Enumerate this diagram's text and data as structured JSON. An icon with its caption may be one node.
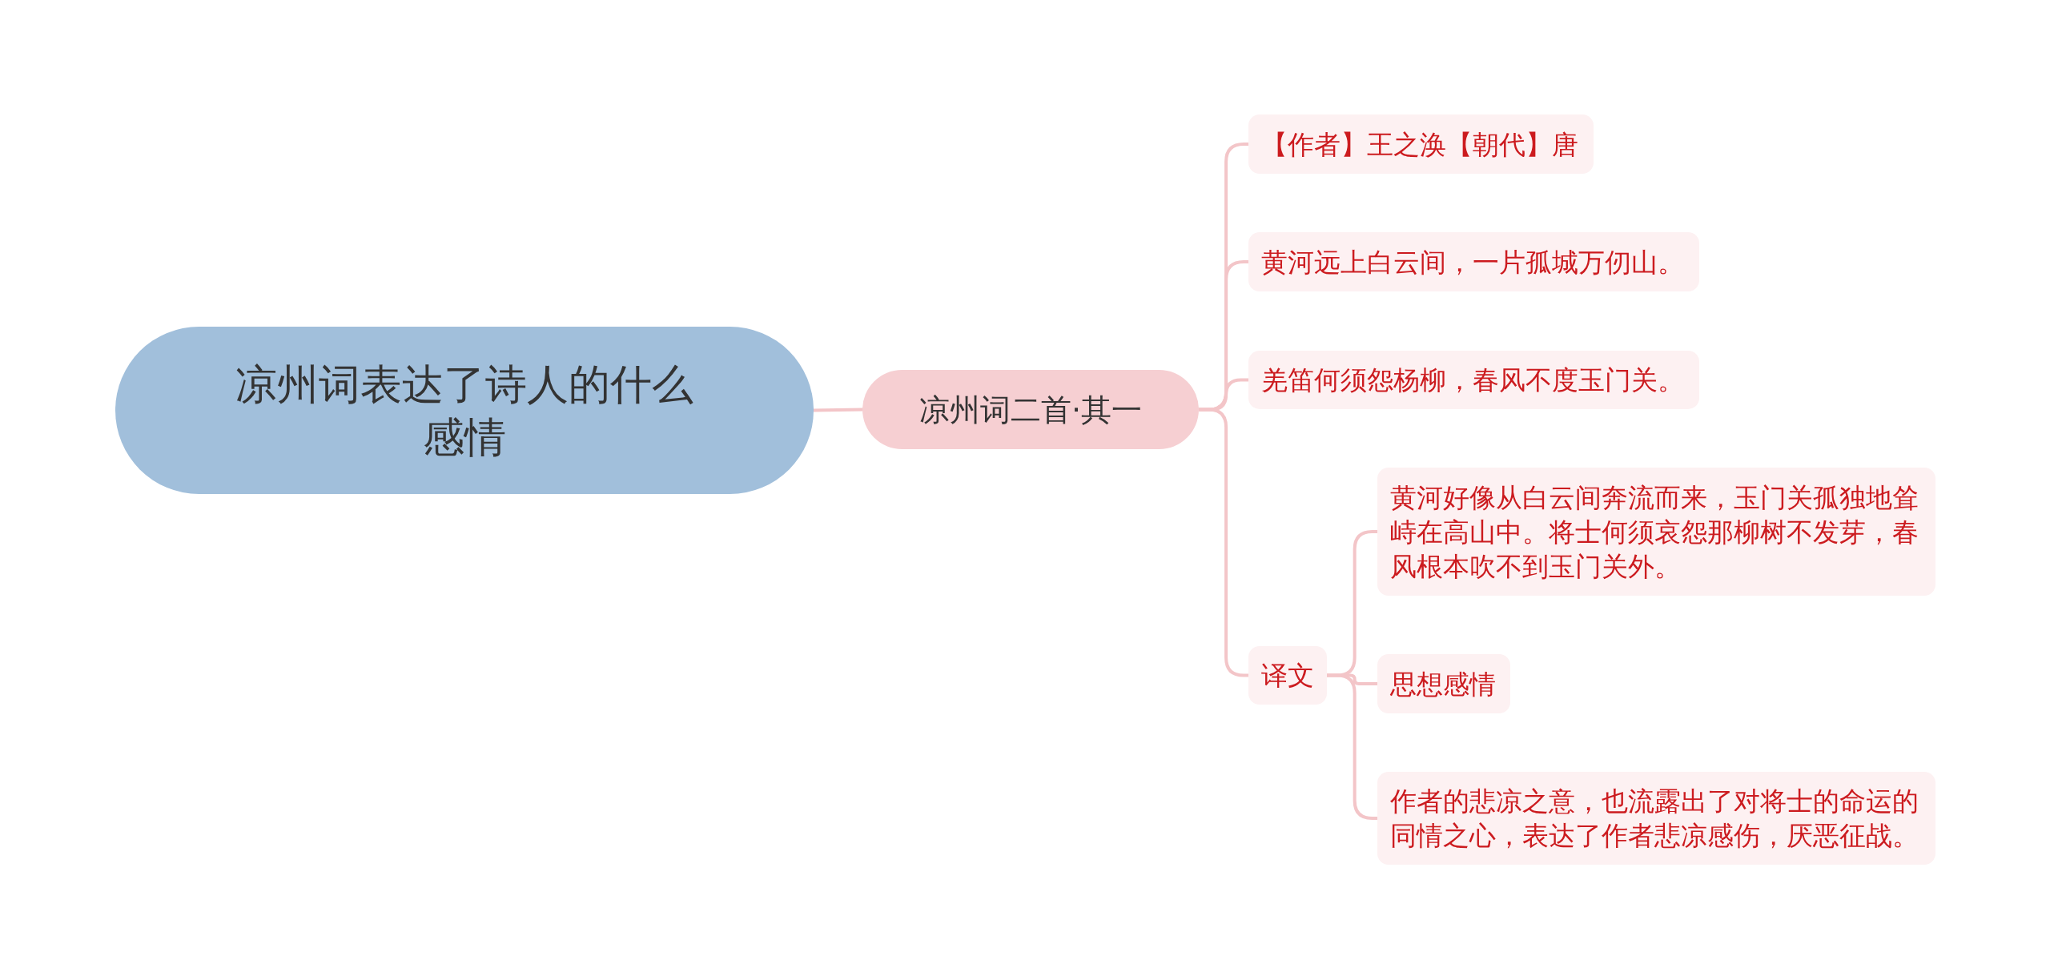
{
  "diagram": {
    "nodes": [
      {
        "text": [
          "凉州词表达了诗人的什么感情"
        ]
      },
      {
        "text": [
          "凉州词二首·其一"
        ]
      },
      {
        "text": [
          "【作者】王之涣【朝代】唐"
        ]
      },
      {
        "text": [
          "黄河远上白云间，一片孤城万仞山。"
        ]
      },
      {
        "text": [
          "羌笛何须怨杨柳，春风不度玉门关。"
        ]
      },
      {
        "text": [
          "译文"
        ]
      },
      {
        "text": [
          "黄河好像从白云间奔流而来，玉门关孤独地耸峙在高山中。将士何须哀怨那柳树不发芽，春风根本吹不到玉门关外。"
        ]
      },
      {
        "text": [
          "思想感情"
        ]
      },
      {
        "text": [
          "作者的悲凉之意，也流露出了对将士的命运的同情之心，表达了作者悲凉感伤，厌恶征战。"
        ]
      }
    ],
    "edges": [
      {
        "from": 0,
        "to": 1,
        "arrow": "none"
      },
      {
        "from": 1,
        "to": 2,
        "arrow": "none"
      },
      {
        "from": 1,
        "to": 3,
        "arrow": "none"
      },
      {
        "from": 1,
        "to": 4,
        "arrow": "none"
      },
      {
        "from": 1,
        "to": 5,
        "arrow": "none"
      },
      {
        "from": 5,
        "to": 6,
        "arrow": "none"
      },
      {
        "from": 5,
        "to": 7,
        "arrow": "none"
      },
      {
        "from": 5,
        "to": 8,
        "arrow": "none"
      }
    ]
  }
}
